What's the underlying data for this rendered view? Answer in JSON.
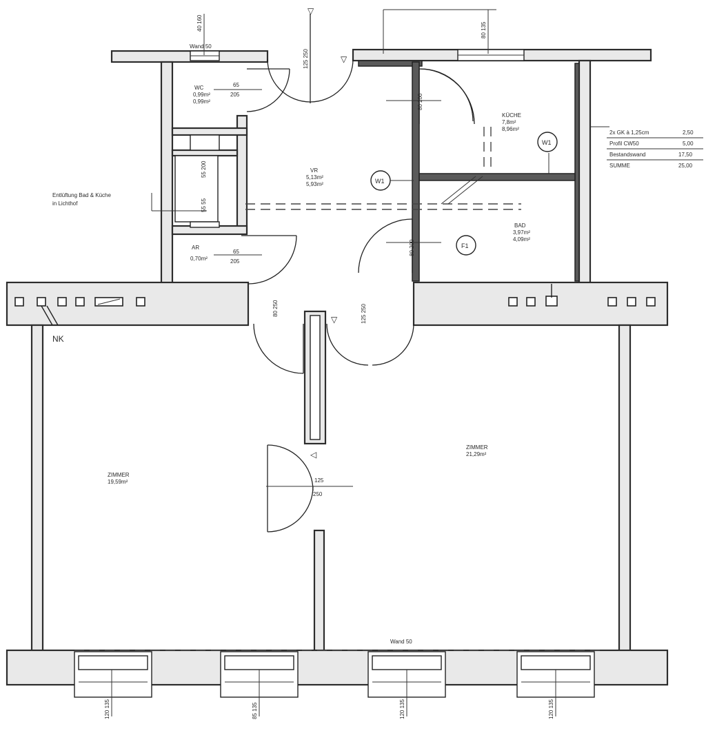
{
  "rooms": {
    "wc": {
      "name": "WC",
      "area1": "0,99m²",
      "area2": "0,99m²",
      "door": "65",
      "door_h": "205"
    },
    "vr": {
      "name": "VR",
      "area1": "5,13m²",
      "area2": "5,93m²"
    },
    "kueche": {
      "name": "KÜCHE",
      "area1": "7,8m²",
      "area2": "8,96m²"
    },
    "bad": {
      "name": "BAD",
      "area1": "3,97m²",
      "area2": "4,09m²"
    },
    "ar": {
      "name": "AR",
      "area": "0,70m²",
      "door": "65",
      "door_h": "205"
    },
    "zimmer_left": {
      "name": "ZIMMER",
      "area": "19,59m²"
    },
    "zimmer_right": {
      "name": "ZIMMER",
      "area": "21,29m²"
    }
  },
  "callouts": {
    "w1_a": "W1",
    "w1_b": "W1",
    "f1": "F1",
    "nk": "NK",
    "vent_line1": "Entlüftung Bad & Küche",
    "vent_line2": "in Lichthof",
    "spec_row1_label": "2x GK à 1,25cm",
    "spec_row1_value": "2,50",
    "spec_row2_label": "Profil CW50",
    "spec_row2_value": "5,00",
    "spec_row3_label": "Bestandswand",
    "spec_row3_value": "17,50",
    "spec_row4_label": "SUMME",
    "spec_row4_value": "25,00",
    "top_window_label": "Wand 50",
    "bottom_window_label": "Wand 50"
  },
  "dimensions": {
    "top_left_vertical": "40 160",
    "top_door_vertical": "125 250",
    "top_right_vertical": "80 135",
    "kitchen_door": "80 200",
    "shaft_top": "55 200",
    "shaft_mid": "55 55",
    "bad_door": "80 200",
    "hall_left_door": "80 250",
    "hall_right_door": "125 250",
    "middle_door": "125",
    "middle_door_h": "250",
    "bottom_w1": "120 135",
    "bottom_w2": "85 135",
    "bottom_w3": "120 135",
    "bottom_w4": "120 135"
  }
}
